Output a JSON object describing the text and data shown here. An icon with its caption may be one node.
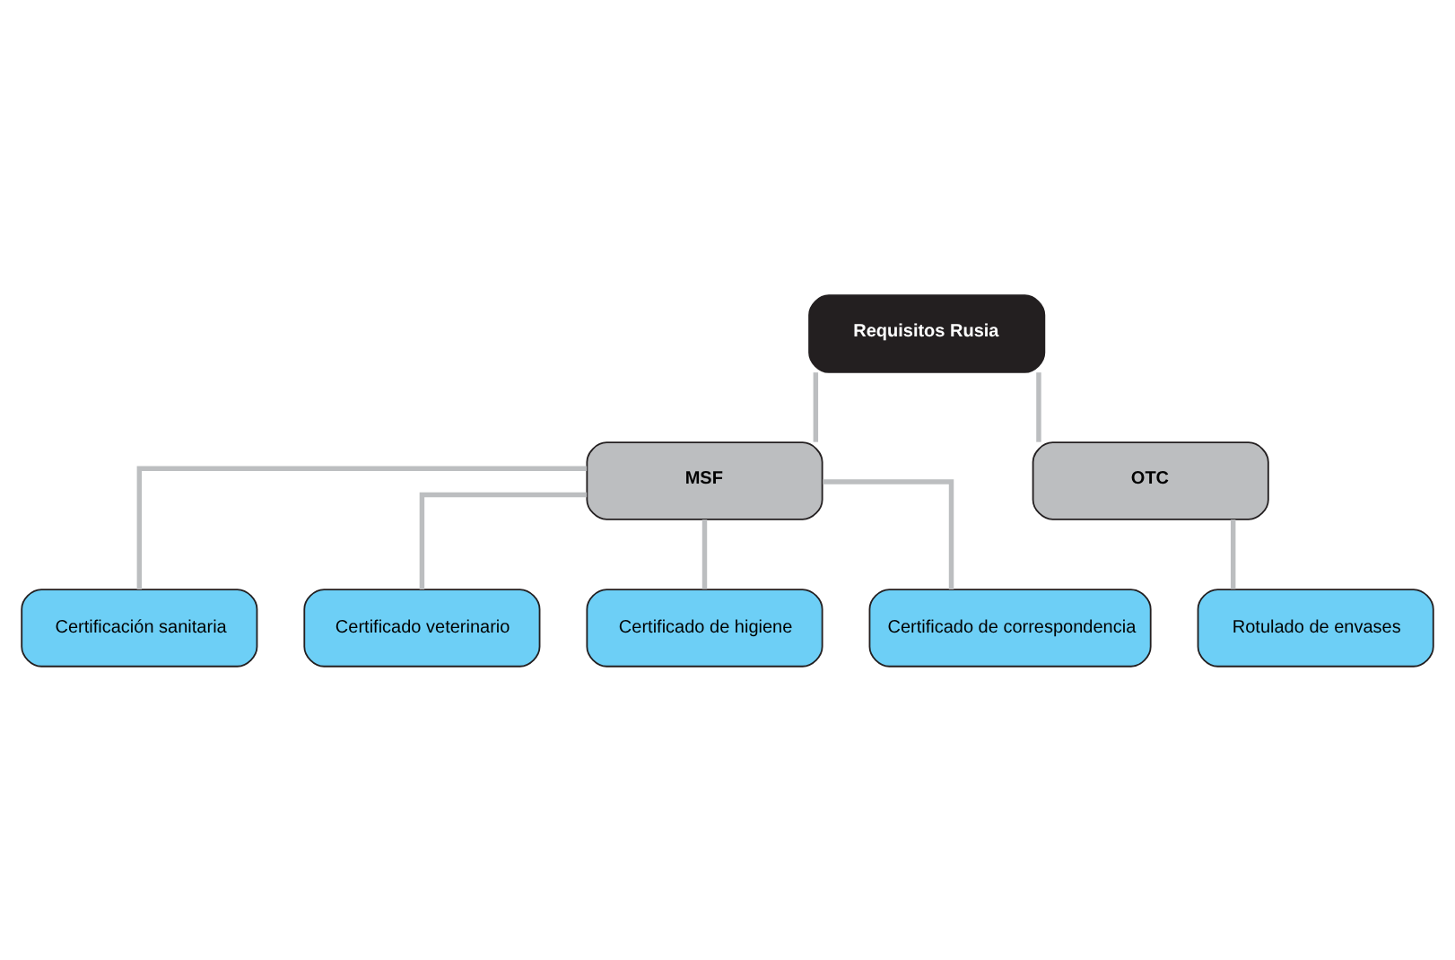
{
  "diagram": {
    "nodes": [
      {
        "text": [
          "Requisitos Rusia"
        ]
      },
      {
        "text": [
          "MSF"
        ]
      },
      {
        "text": [
          "OTC"
        ]
      },
      {
        "text": [
          "Certificación sanitaria"
        ]
      },
      {
        "text": [
          "Certificado veterinario"
        ]
      },
      {
        "text": [
          "Certificado de higiene"
        ]
      },
      {
        "text": [
          "Certificado de correspondencia"
        ]
      },
      {
        "text": [
          "Rotulado de envases"
        ]
      }
    ],
    "edges": [
      {
        "from": 0,
        "to": 1,
        "arrow": "none"
      },
      {
        "from": 0,
        "to": 2,
        "arrow": "none"
      },
      {
        "from": 1,
        "to": 3,
        "arrow": "none"
      },
      {
        "from": 1,
        "to": 4,
        "arrow": "none"
      },
      {
        "from": 1,
        "to": 5,
        "arrow": "none"
      },
      {
        "from": 1,
        "to": 6,
        "arrow": "none"
      },
      {
        "from": 2,
        "to": 7,
        "arrow": "none"
      }
    ]
  }
}
